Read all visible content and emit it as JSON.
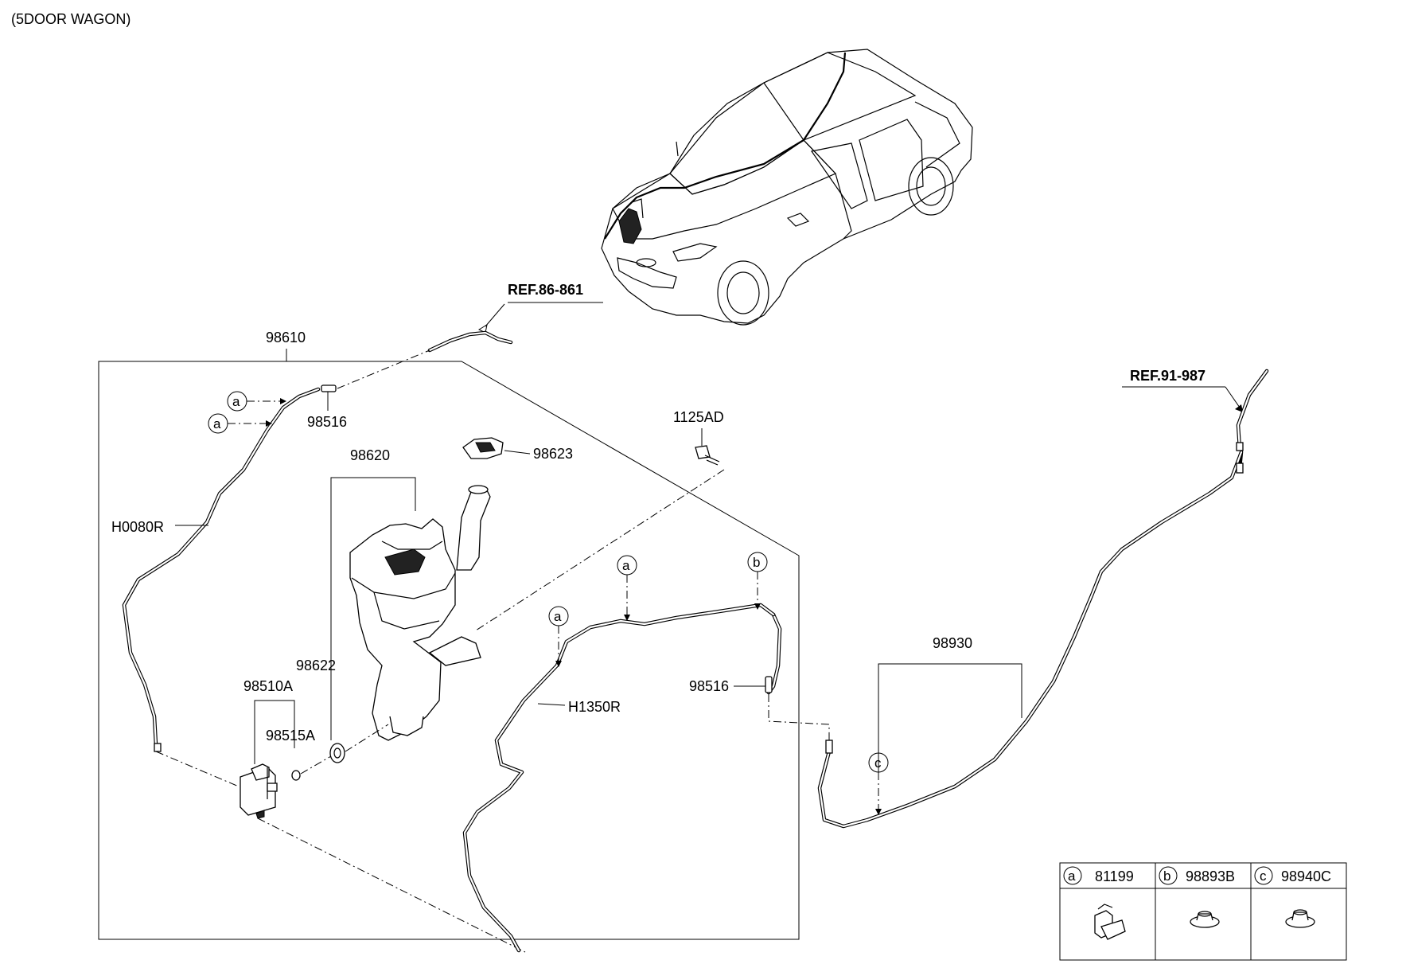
{
  "header": {
    "variant": "(5DOOR WAGON)"
  },
  "refs": {
    "ref_washer_nozzle": "REF.86-861",
    "ref_rear_wiper": "REF.91-987"
  },
  "parts": {
    "reservoir_assy": "98610",
    "nozzle_fitting_top": "98516",
    "nozzle_fitting_right": "98516",
    "hose_front": "H0080R",
    "reservoir": "98620",
    "cap": "98623",
    "bolt": "1125AD",
    "grommet": "98622",
    "pump": "98510A",
    "pump_seal": "98515A",
    "hose_rear": "H1350R",
    "rear_hose_assy": "98930"
  },
  "callouts": {
    "a": "a",
    "b": "b",
    "c": "c"
  },
  "legend": {
    "items": [
      {
        "letter": "a",
        "part_no": "81199",
        "icon": "hose-clip-icon"
      },
      {
        "letter": "b",
        "part_no": "98893B",
        "icon": "grommet-icon"
      },
      {
        "letter": "c",
        "part_no": "98940C",
        "icon": "grommet-icon"
      }
    ]
  }
}
